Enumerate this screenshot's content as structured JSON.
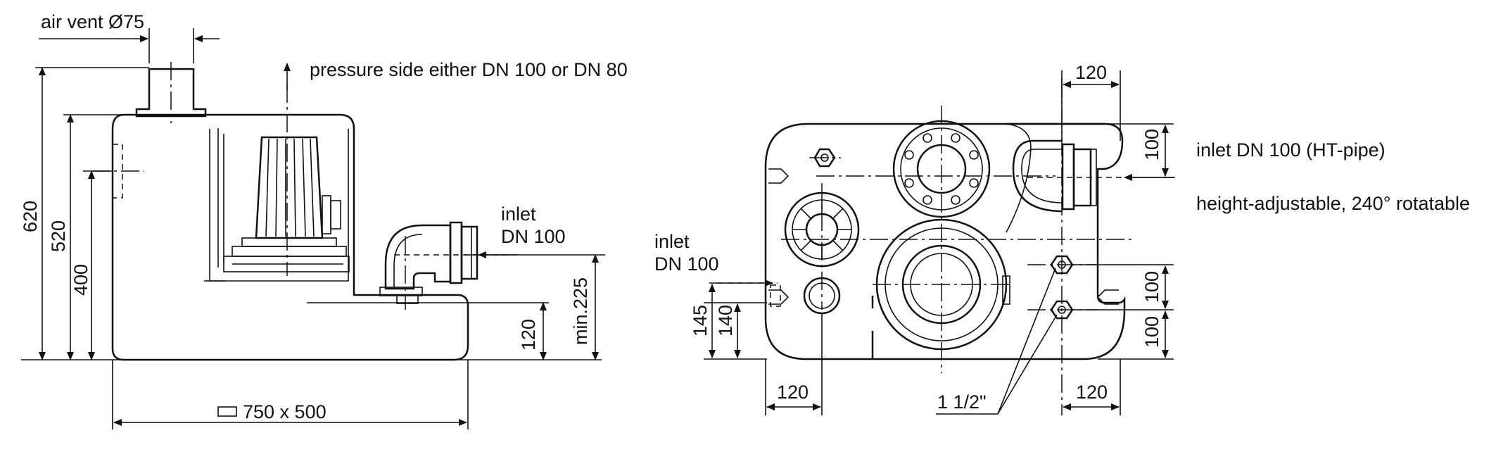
{
  "side_view": {
    "air_vent_label": "air vent Ø75",
    "pressure_label": "pressure side either DN 100 or DN 80",
    "inlet_label_line1": "inlet",
    "inlet_label_line2": "DN 100",
    "dim_620": "620",
    "dim_520": "520",
    "dim_400": "400",
    "dim_120": "120",
    "dim_min225": "min.225",
    "footprint_label": "750 x 500"
  },
  "top_view": {
    "inlet_right_label": "inlet DN 100 (HT-pipe)",
    "adjustable_label": "height-adjustable, 240° rotatable",
    "inlet_left_line1": "inlet",
    "inlet_left_line2": "DN 100",
    "dim_120_top": "120",
    "dim_100_top": "100",
    "dim_100_mid": "100",
    "dim_100_bot": "100",
    "dim_145": "145",
    "dim_140": "140",
    "dim_120_bottom_left": "120",
    "dim_120_bottom_right": "120",
    "connection_label": "1 1/2\""
  }
}
